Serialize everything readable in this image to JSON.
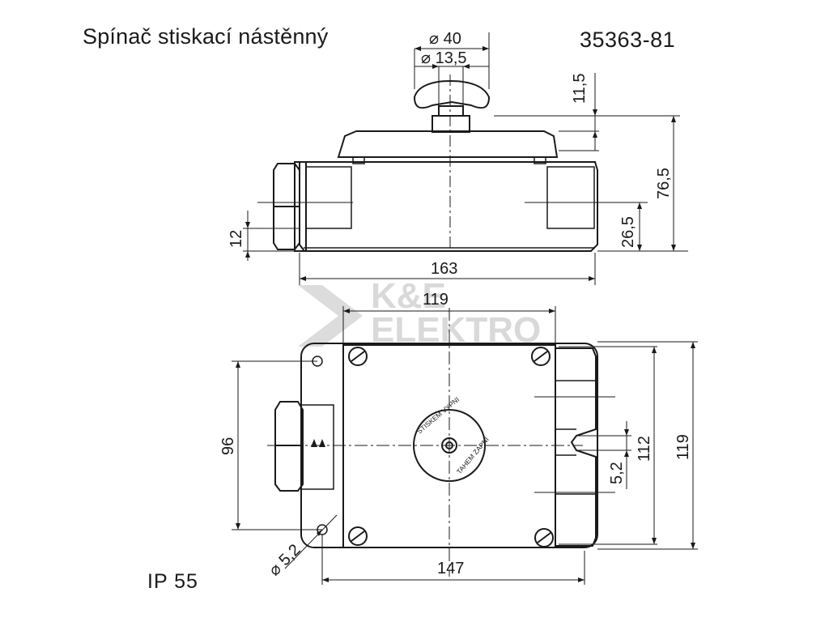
{
  "header": {
    "title": "Spínač stiskací nástěnný",
    "code": "35363-81"
  },
  "footer": {
    "rating": "IP 55"
  },
  "watermark": {
    "line1": "K&E",
    "line2": "ELEKTRO"
  },
  "knob_label": {
    "stisknout": "STISKEM VYPNI",
    "tahem": "TAHEM ZAPNI"
  },
  "dimensions": {
    "knob_diameter": "⌀ 40",
    "stem_diameter": "⌀ 13,5",
    "knob_height": "11,5",
    "total_height": "76,5",
    "inlet_height": "26,5",
    "inlet_offset": "12",
    "side_length": "163",
    "top_width": "119",
    "left_height": "96",
    "slot_height": "112",
    "right_height": "119",
    "slot_width": "5,2",
    "hole_diameter": "⌀ 5,2",
    "bottom_width": "147"
  },
  "colors": {
    "line": "#1a1a1a",
    "watermark": "#d9d9d9"
  }
}
